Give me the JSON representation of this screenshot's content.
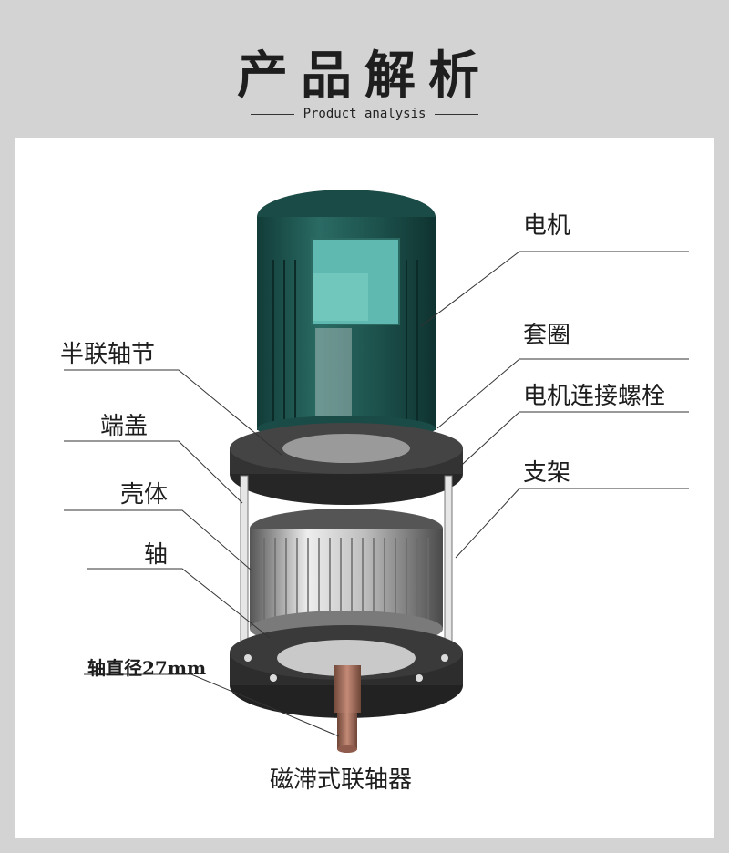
{
  "header": {
    "title": "产品解析",
    "subtitle": "Product analysis"
  },
  "labels": {
    "motor": "电机",
    "sleeve": "套圈",
    "motor_bolt": "电机连接螺栓",
    "bracket": "支架",
    "half_coupling": "半联轴节",
    "end_cover": "端盖",
    "housing": "壳体",
    "shaft": "轴",
    "shaft_diameter": "轴直径27mm",
    "coupling_name": "磁滞式联轴器"
  },
  "colors": {
    "background": "#d3d3d3",
    "panel": "#ffffff",
    "motor_body": "#1f5a55",
    "motor_plate": "#5fb9b0",
    "metal_dark": "#2b2b2b",
    "metal_light": "#c8c8c8",
    "shaft": "#a87060"
  }
}
